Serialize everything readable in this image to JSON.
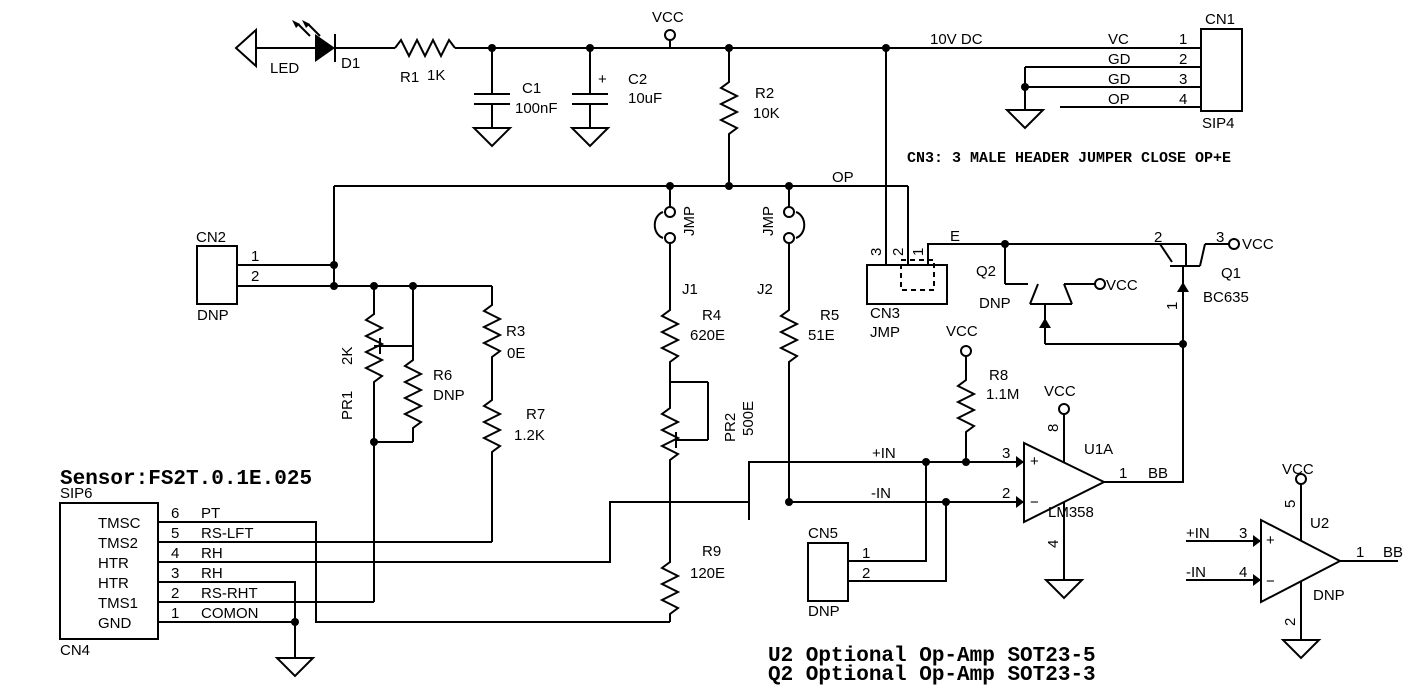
{
  "notes": {
    "sensor": "Sensor:FS2T.0.1E.025",
    "cn3_note": "CN3: 3 MALE HEADER JUMPER CLOSE OP+E",
    "u2_note": "U2 Optional Op-Amp SOT23-5",
    "q2_note": "Q2 Optional Op-Amp SOT23-3"
  },
  "parts": {
    "led": "LED",
    "d1": "D1",
    "r1": "R1",
    "r1_val": "1K",
    "c1": "C1",
    "c1_val": "100nF",
    "c2": "C2",
    "c2_val": "10uF",
    "c2_plus": "+",
    "r2": "R2",
    "r2_val": "10K",
    "r3": "R3",
    "r3_val": "0E",
    "r4": "R4",
    "r4_val": "620E",
    "r5": "R5",
    "r5_val": "51E",
    "r6": "R6",
    "r6_val": "DNP",
    "r7": "R7",
    "r7_val": "1.2K",
    "r8": "R8",
    "r8_val": "1.1M",
    "r9": "R9",
    "r9_val": "120E",
    "pr1": "PR1",
    "pr1_val": "2K",
    "pr2": "PR2",
    "pr2_val": "500E",
    "j1": "J1",
    "j2": "J2",
    "jmp1": "JMP",
    "jmp2": "JMP",
    "q1": "Q1",
    "q1_val": "BC635",
    "q2": "Q2",
    "q2_val": "DNP",
    "u1": "U1A",
    "u1_val": "LM358",
    "u2": "U2",
    "u2_val": "DNP",
    "plus": "+",
    "minus": "−"
  },
  "nets": {
    "vcc": "VCC",
    "dc10": "10V DC",
    "op": "OP",
    "e": "E",
    "in_p": "+IN",
    "in_n": "-IN",
    "bb": "BB"
  },
  "connectors": {
    "cn1": {
      "name": "CN1",
      "type": "SIP4",
      "pins": [
        {
          "num": "1",
          "net": "VC"
        },
        {
          "num": "2",
          "net": "GD"
        },
        {
          "num": "3",
          "net": "GD"
        },
        {
          "num": "4",
          "net": "OP"
        }
      ]
    },
    "cn2": {
      "name": "CN2",
      "type": "DNP",
      "pins": [
        "1",
        "2"
      ]
    },
    "cn3": {
      "name": "CN3",
      "type": "JMP",
      "pins": [
        "3",
        "2",
        "1"
      ]
    },
    "cn5": {
      "name": "CN5",
      "type": "DNP",
      "pins": [
        "1",
        "2"
      ]
    },
    "cn4": {
      "name": "CN4",
      "type": "SIP6",
      "pins": [
        {
          "sig": "TMSC",
          "num": "6",
          "net": "PT"
        },
        {
          "sig": "TMS2",
          "num": "5",
          "net": "RS-LFT"
        },
        {
          "sig": "HTR",
          "num": "4",
          "net": "RH"
        },
        {
          "sig": "HTR",
          "num": "3",
          "net": "RH"
        },
        {
          "sig": "TMS1",
          "num": "2",
          "net": "RS-RHT"
        },
        {
          "sig": "GND",
          "num": "1",
          "net": "COMON"
        }
      ]
    }
  },
  "pin_nums": {
    "q1_b": "2",
    "q1_c": "3",
    "q1_e": "1",
    "u1_p": "3",
    "u1_n": "2",
    "u1_o": "1",
    "u1_v": "8",
    "u1_g": "4",
    "u2_p": "3",
    "u2_n": "4",
    "u2_o": "1",
    "u2_v": "5",
    "u2_g": "2"
  }
}
